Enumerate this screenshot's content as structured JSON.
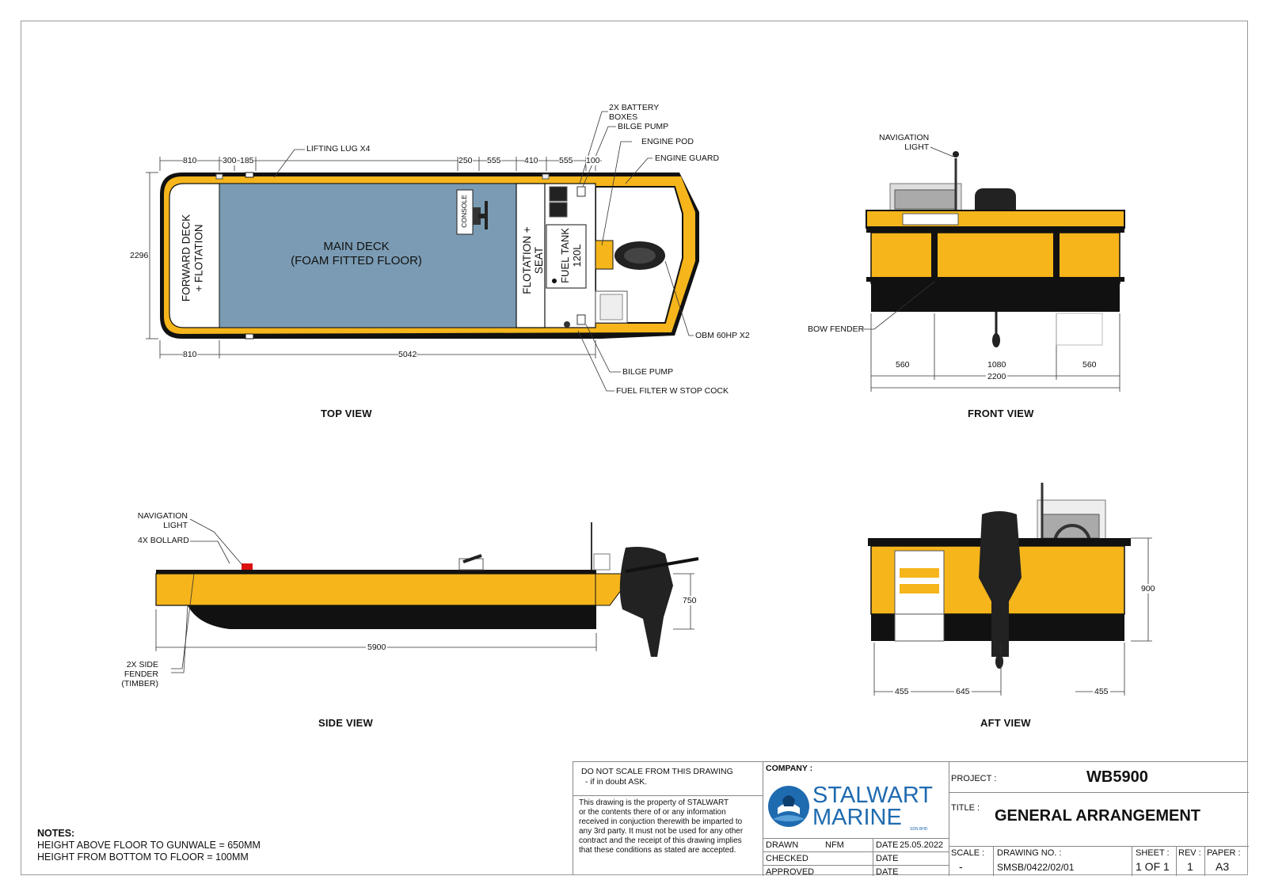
{
  "views": {
    "top": {
      "label": "TOP VIEW",
      "dims_top": [
        "810",
        "300",
        "185",
        "250",
        "555",
        "410",
        "555",
        "100"
      ],
      "dim_bottom_left": "810",
      "dim_bottom_length": "5042",
      "dim_beam": "2296",
      "forward_deck": [
        "FORWARD DECK",
        "+ FLOTATION"
      ],
      "main_deck": [
        "MAIN DECK",
        "(FOAM FITTED FLOOR)"
      ],
      "console": "CONSOLE",
      "flotation_seat": "FLOTATION + SEAT",
      "fuel_tank": [
        "FUEL TANK",
        "120L"
      ],
      "callouts": {
        "lifting_lug": "LIFTING LUG X4",
        "battery_boxes": [
          "2X BATTERY",
          "BOXES"
        ],
        "bilge_pump_top": "BILGE PUMP",
        "engine_pod": "ENGINE POD",
        "engine_guard": "ENGINE GUARD",
        "obm": "OBM 60HP X2",
        "bilge_pump_bottom": "BILGE PUMP",
        "fuel_filter": "FUEL FILTER W STOP COCK"
      }
    },
    "front": {
      "label": "FRONT VIEW",
      "nav_light": [
        "NAVIGATION",
        "LIGHT"
      ],
      "bow_fender": "BOW FENDER",
      "dims": [
        "560",
        "1080",
        "560"
      ],
      "overall": "2200"
    },
    "side": {
      "label": "SIDE VIEW",
      "nav_light": [
        "NAVIGATION",
        "LIGHT"
      ],
      "bollard": "4X BOLLARD",
      "side_fender": [
        "2X SIDE FENDER",
        "(TIMBER)"
      ],
      "length": "5900",
      "height": "750"
    },
    "aft": {
      "label": "AFT VIEW",
      "dims": [
        "455",
        "645",
        "455"
      ],
      "height": "900"
    }
  },
  "notes": {
    "heading": "NOTES:",
    "lines": [
      "HEIGHT ABOVE FLOOR TO GUNWALE = 650MM",
      "HEIGHT FROM BOTTOM TO FLOOR = 100MM"
    ]
  },
  "title_block": {
    "disclaimer": [
      "DO NOT SCALE FROM THIS DRAWING",
      "- if in doubt ASK."
    ],
    "property_notice": [
      "This drawing is the property of STALWART",
      "or the contents there of or any information",
      "received in conjuction therewith be imparted to",
      "any 3rd party. It must not be used for any other",
      "contract and the receipt of this drawing implies",
      "that these conditions as stated are accepted."
    ],
    "company_label": "COMPANY :",
    "company_name": [
      "STALWART",
      "MARINE"
    ],
    "company_small": "SDN BHD",
    "drawn_label": "DRAWN",
    "drawn_by": "NFM",
    "checked_label": "CHECKED",
    "approved_label": "APPROVED",
    "date_label": "DATE",
    "date_drawn": "25.05.2022",
    "project_label": "PROJECT :",
    "project": "WB5900",
    "title_label": "TITLE :",
    "title": "GENERAL ARRANGEMENT",
    "scale_label": "SCALE :",
    "scale": "-",
    "drawing_no_label": "DRAWING NO. :",
    "drawing_no": "SMSB/0422/02/01",
    "sheet_label": "SHEET :",
    "sheet": "1 OF 1",
    "rev_label": "REV :",
    "rev": "1",
    "paper_label": "PAPER :",
    "paper": "A3"
  },
  "colors": {
    "hull_yellow": "#f5b51b",
    "deck_blue": "#7a9bb3",
    "black": "#111111"
  }
}
